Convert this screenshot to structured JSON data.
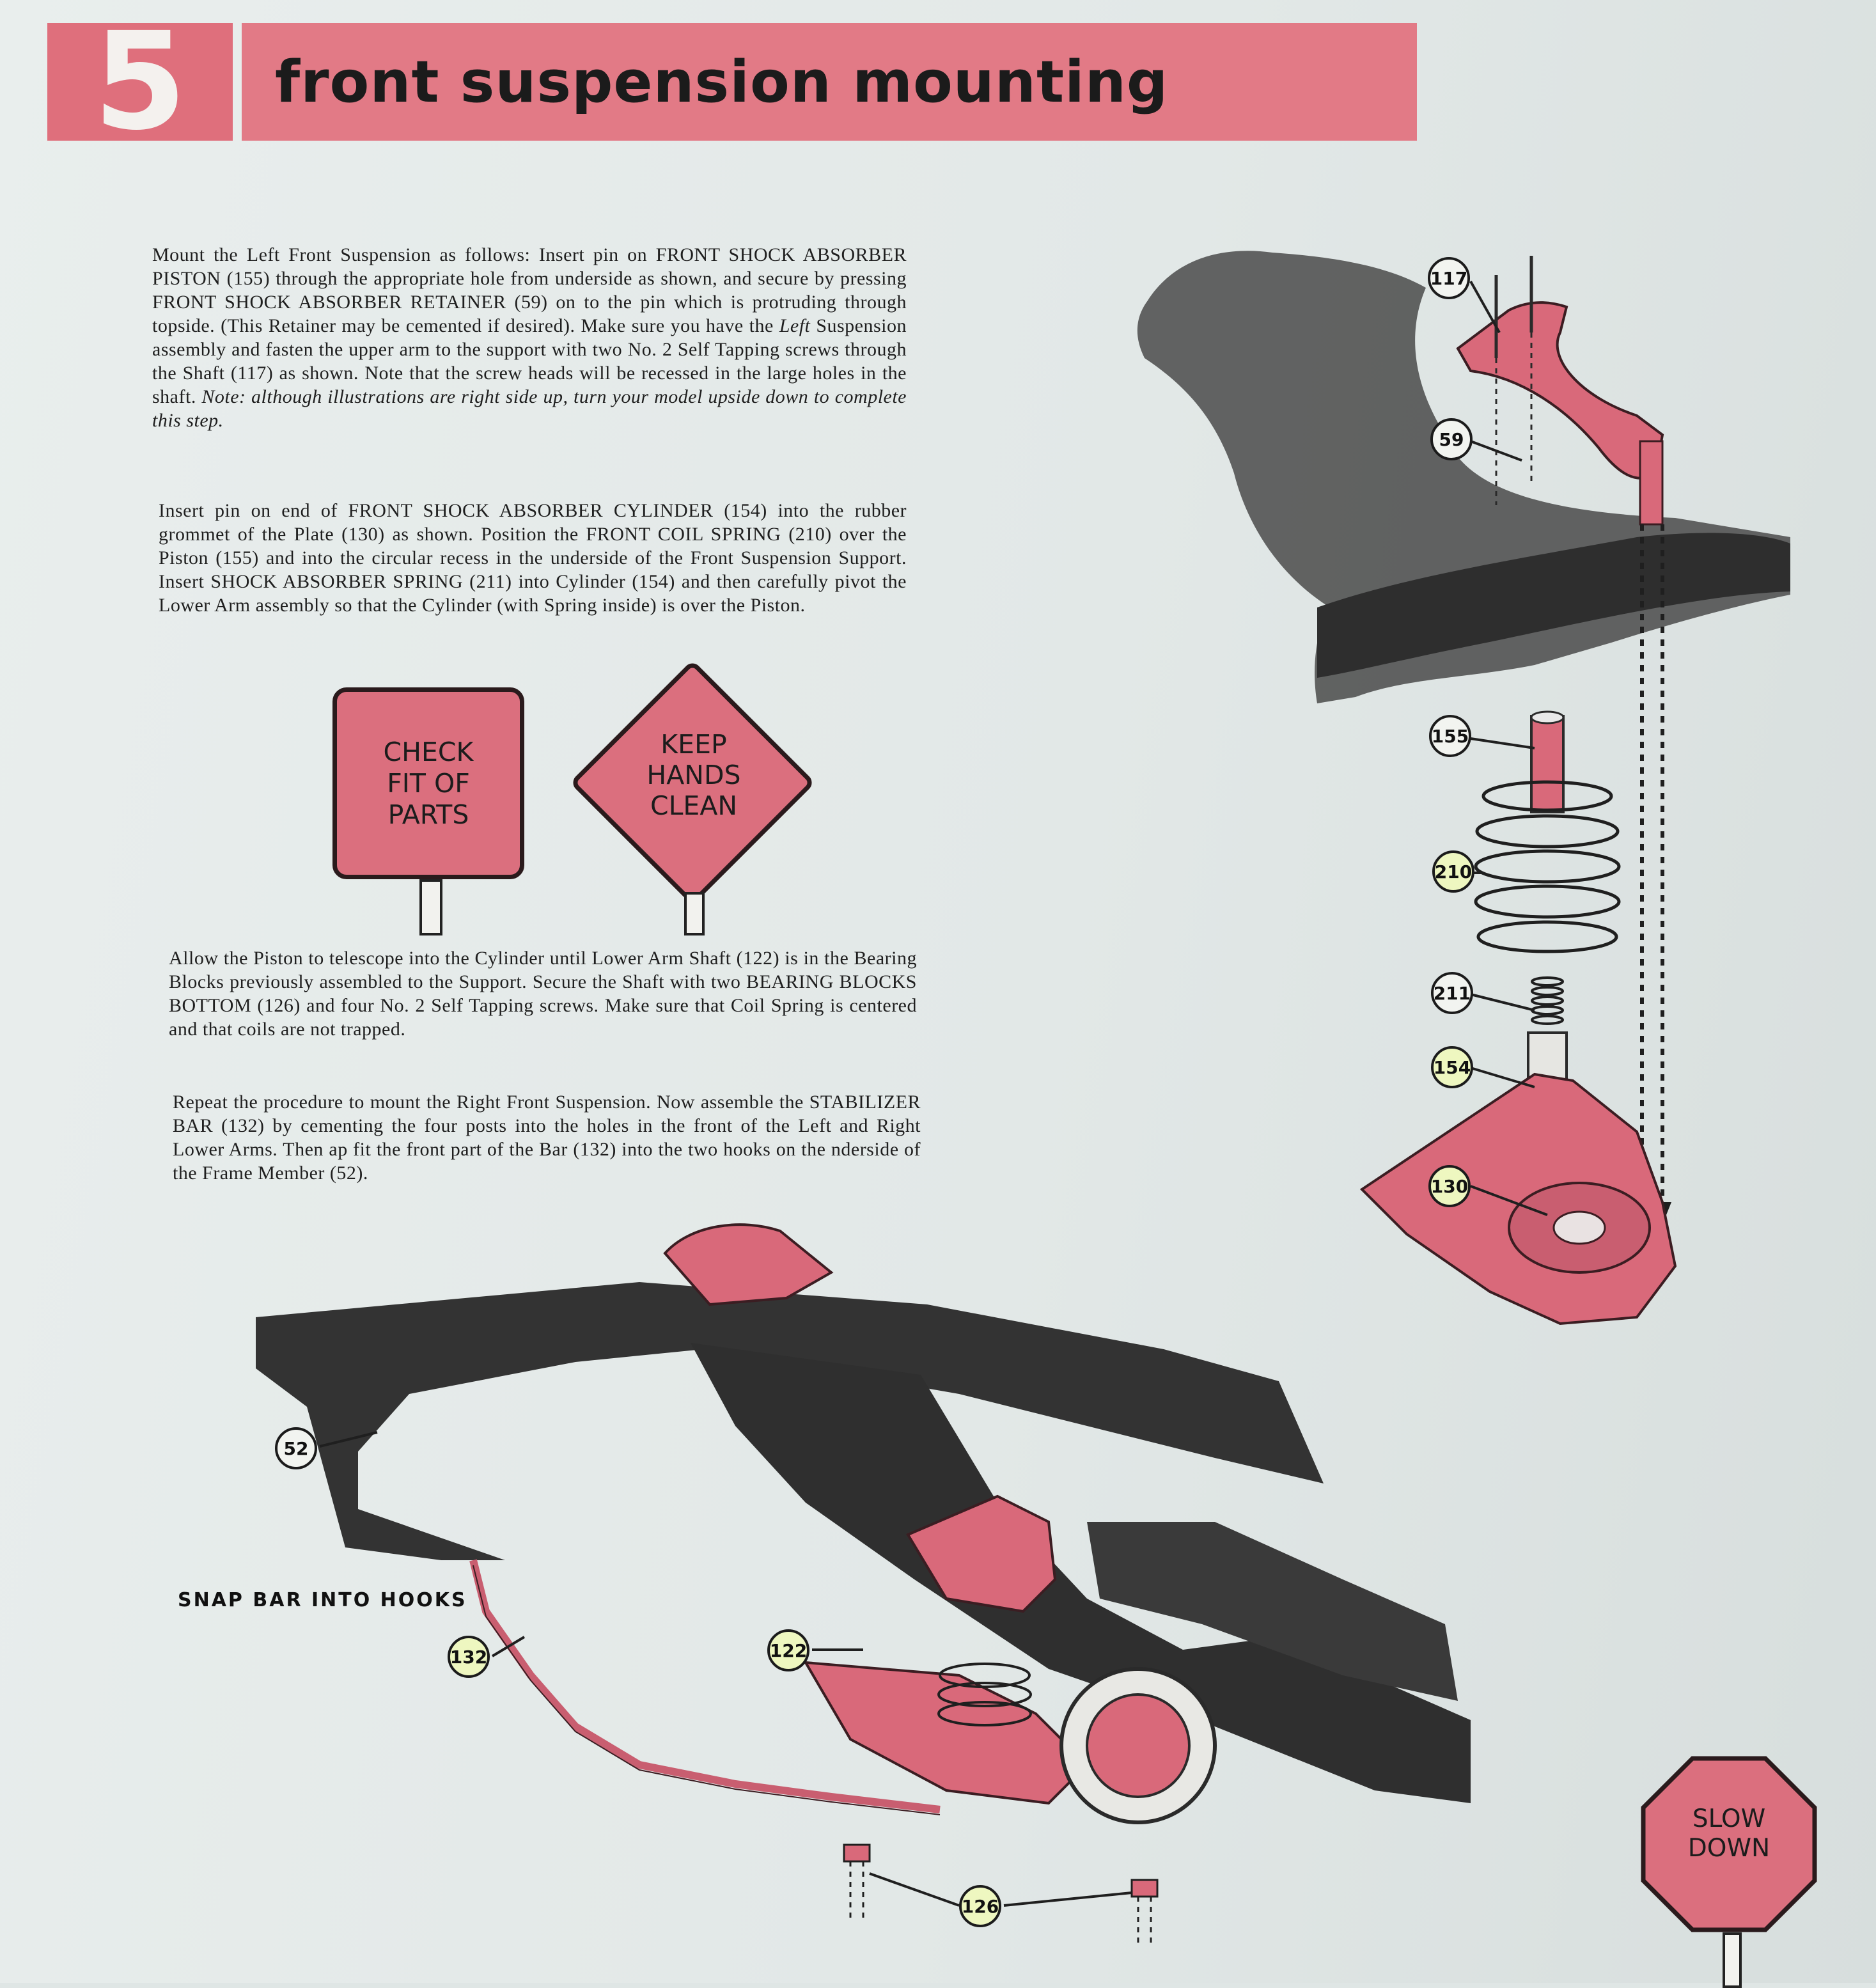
{
  "header": {
    "step_number": "5",
    "title": "front suspension mounting"
  },
  "instructions": {
    "p1": [
      {
        "t": "Mount the Left Front Suspension as follows: Insert pin on FRONT SHOCK ABSORBER PISTON (155) through the appropriate hole from underside as shown, and secure by pressing FRONT SHOCK ABSORBER RETAINER (59) on to the pin which is protruding through topside. (This Retainer may be cemented if desired). Make sure you have the "
      },
      {
        "t": "Left",
        "i": true
      },
      {
        "t": " Suspension assembly and fasten the upper arm to the support with two No. 2 Self Tapping screws through the Shaft (117) as shown. Note that the screw heads will be recessed in the large holes in the shaft. "
      },
      {
        "t": "Note: although illustrations are right side up, turn your model upside down to complete this step.",
        "i": true
      }
    ],
    "p2": "Insert pin on end of FRONT SHOCK ABSORBER CYLINDER (154) into the rubber grommet of the Plate (130) as shown. Position the FRONT COIL SPRING (210) over the Piston (155) and into the circular recess in the underside of the Front Suspension Support. Insert SHOCK ABSORBER SPRING (211) into Cylinder (154) and then carefully pivot the Lower Arm assembly so that the Cylinder (with Spring inside) is over the Piston.",
    "p3": "Allow the Piston to telescope into the Cylinder until Lower Arm Shaft (122) is in the Bearing Blocks previously assembled to the Support. Secure the Shaft with two BEARING BLOCKS BOTTOM (126) and four No. 2 Self Tapping screws. Make sure that Coil Spring is centered and that coils are not trapped.",
    "p4": "Repeat the procedure to mount the Right Front Suspension. Now assemble the STABILIZER BAR (132) by cementing the four posts into the holes in the front of the Left and Right Lower Arms. Then ap fit the front part of the Bar (132) into the two hooks on the nderside of the Frame Member (52)."
  },
  "signs": {
    "check_fit": "CHECK\nFIT OF\nPARTS",
    "keep_hands": "KEEP\nHANDS\nCLEAN",
    "slow_down": "SLOW\nDOWN"
  },
  "labels": {
    "snap_bar": "SNAP BAR INTO HOOKS"
  },
  "callouts": {
    "c117": "117",
    "c59": "59",
    "c155": "155",
    "c210": "210",
    "c211": "211",
    "c154": "154",
    "c130": "130",
    "c52": "52",
    "c132": "132",
    "c122": "122",
    "c126": "126"
  },
  "colors": {
    "accent_pink": "#e27a86",
    "part_black": "#3a3a3a",
    "callout_yellow": "#eef7c0"
  }
}
